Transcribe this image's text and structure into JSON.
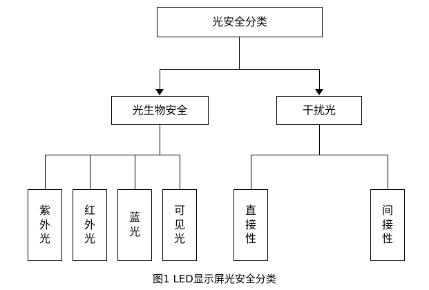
{
  "figure": {
    "caption": "图1  LED显示屏光安全分类",
    "root": {
      "label": "光安全分类"
    },
    "level2": [
      {
        "label": "光生物安全"
      },
      {
        "label": "干扰光"
      }
    ],
    "leaves": [
      {
        "label": "紫外光",
        "parent": "光生物安全"
      },
      {
        "label": "红外光",
        "parent": "光生物安全"
      },
      {
        "label": "蓝光",
        "parent": "光生物安全"
      },
      {
        "label": "可见光",
        "parent": "光生物安全"
      },
      {
        "label": "直接性",
        "parent": "干扰光"
      },
      {
        "label": "间接性",
        "parent": "干扰光"
      }
    ],
    "colors": {
      "line": "#000000",
      "box_fill": "#ffffff",
      "text": "#000000"
    }
  }
}
